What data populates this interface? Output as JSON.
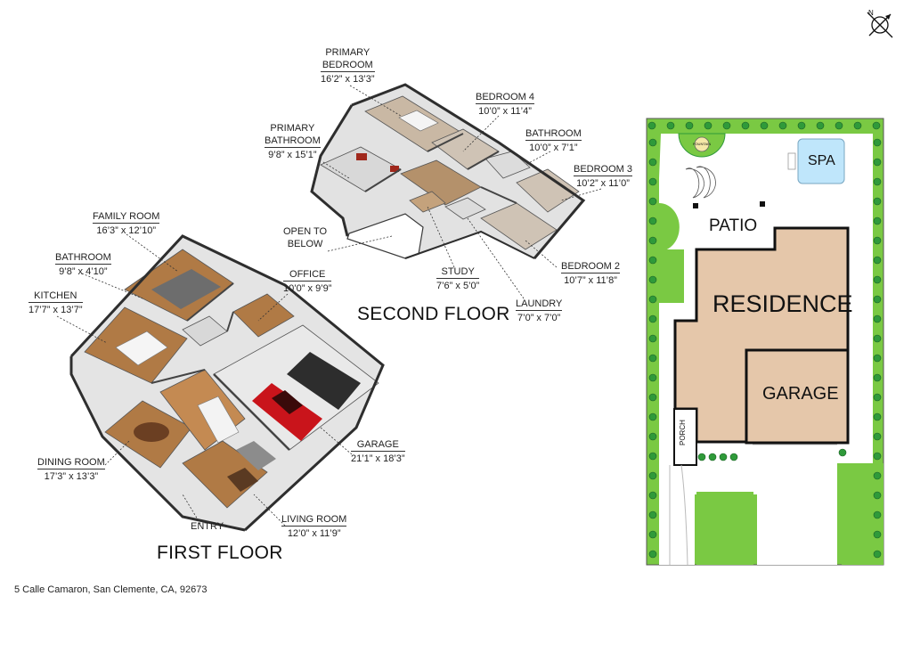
{
  "address": "5 Calle Camaron, San Clemente, CA, 92673",
  "floors": {
    "first": "FIRST FLOOR",
    "second": "SECOND FLOOR"
  },
  "compass": {
    "north": "N"
  },
  "second_floor_rooms": {
    "primary_bedroom": {
      "name1": "PRIMARY",
      "name2": "BEDROOM",
      "dim": "16’2” x 13’3”"
    },
    "primary_bathroom": {
      "name1": "PRIMARY",
      "name2": "BATHROOM",
      "dim": "9’8” x 15’1”"
    },
    "bedroom4": {
      "name": "BEDROOM 4",
      "dim": "10’0” x 11’4”"
    },
    "bathroom": {
      "name": "BATHROOM",
      "dim": "10’0” x 7’1”"
    },
    "bedroom3": {
      "name": "BEDROOM 3",
      "dim": "10’2” x 11’0”"
    },
    "bedroom2": {
      "name": "BEDROOM 2",
      "dim": "10’7” x 11’8”"
    },
    "open_to_below": {
      "name1": "OPEN TO",
      "name2": "BELOW"
    },
    "study": {
      "name": "STUDY",
      "dim": "7’6” x 5’0”"
    },
    "laundry": {
      "name": "LAUNDRY",
      "dim": "7’0” x 7’0”"
    }
  },
  "first_floor_rooms": {
    "family_room": {
      "name": "FAMILY ROOM",
      "dim": "16’3” x 12’10”"
    },
    "bathroom": {
      "name": "BATHROOM",
      "dim": "9’8” x 4’10”"
    },
    "kitchen": {
      "name": "KITCHEN",
      "dim": "17’7” x 13’7”"
    },
    "office": {
      "name": "OFFICE",
      "dim": "10’0” x 9’9”"
    },
    "garage": {
      "name": "GARAGE",
      "dim": "21’1” x 18’3”"
    },
    "dining_room": {
      "name": "DINING ROOM",
      "dim": "17’3” x 13’3”"
    },
    "entry": {
      "name": "ENTRY"
    },
    "living_room": {
      "name": "LIVING ROOM",
      "dim": "12’0” x 11’9”"
    }
  },
  "site_plan": {
    "spa": "SPA",
    "patio": "PATIO",
    "residence": "RESIDENCE",
    "garage": "GARAGE",
    "porch": "PORCH",
    "fountain": "FOUNTAIN",
    "colors": {
      "lawn": "#7ac943",
      "residence": "#e5c7aa",
      "spa": "#bfe6fb",
      "hedge": "#2f9a3a",
      "wall": "#111111"
    }
  },
  "floor_colors": {
    "wood": "#b07a45",
    "dark_wood": "#8a5a33",
    "wall": "#f2f2f2",
    "wall_edge": "#3a3a3a",
    "carpet": "#c9b8a4",
    "tile": "#dcdcdc",
    "garage_floor": "#e9e9e9",
    "car": "#c9141b"
  }
}
